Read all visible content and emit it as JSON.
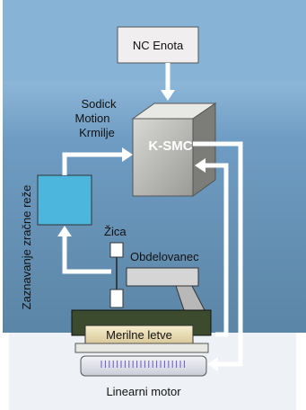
{
  "diagram": {
    "nc_unit": "NC Enota",
    "controller_label_lines": [
      "Sodick",
      "Motion",
      "Krmilje"
    ],
    "controller_box": "K-SMC",
    "gap_detection": "Zaznavanje zračne reže",
    "wire": "Žica",
    "workpiece": "Obdelovanec",
    "scale": "Merilne letve",
    "motor": "Linearni motor"
  },
  "colors": {
    "panel_top": "#7aa8cc",
    "panel_bottom": "#5e86ae",
    "detector_fill": "#4db6dd",
    "arrow": "#ffffff",
    "table_dark": "#3b4a2e",
    "scale_fill": "#efe3b8"
  }
}
